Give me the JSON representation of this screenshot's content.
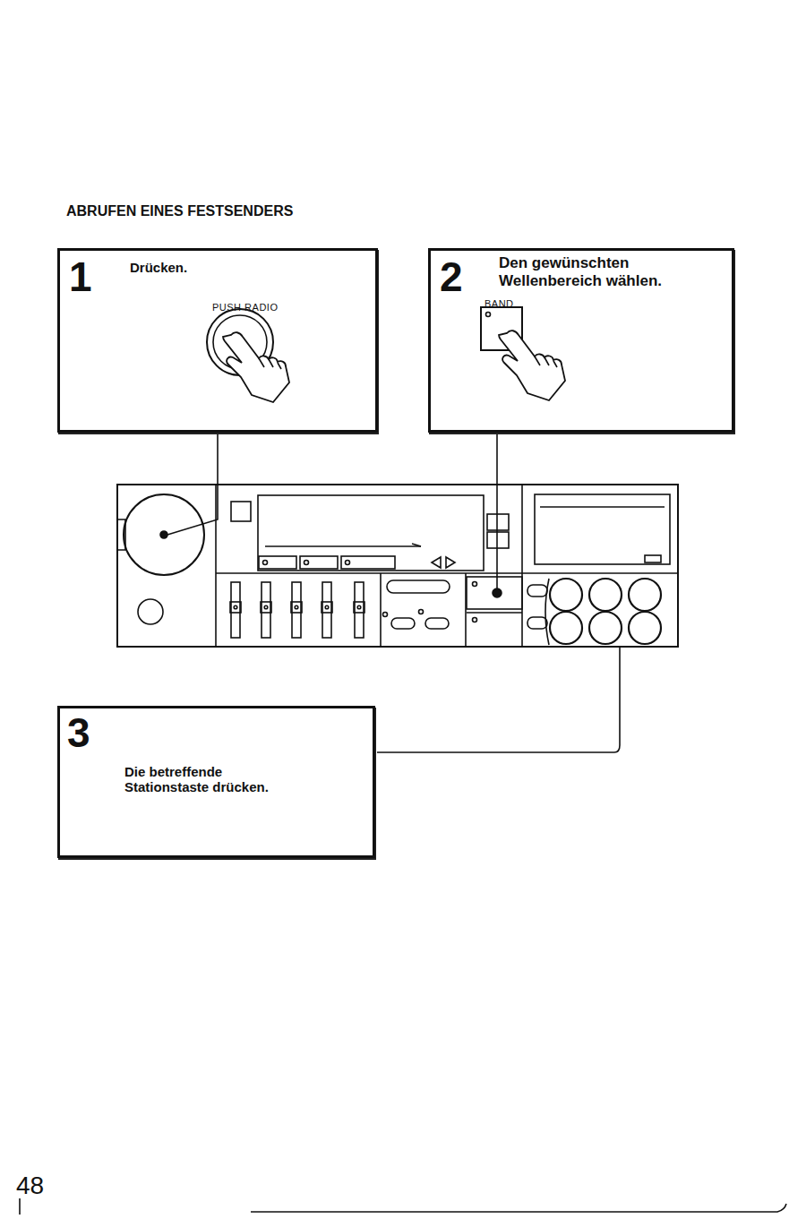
{
  "diagram": {
    "title": "ABRUFEN EINES FESTSENDERS",
    "nodes": [
      {
        "text": [
          "1",
          "Drücken.",
          "PUSH RADIO"
        ]
      },
      {
        "text": [
          "2",
          "Den gewünschten Wellenbereich wählen.",
          "BAND"
        ]
      },
      {
        "text": [
          "3",
          "Die betreffende Stationstaste drücken."
        ]
      }
    ],
    "labels": [
      "48"
    ]
  }
}
